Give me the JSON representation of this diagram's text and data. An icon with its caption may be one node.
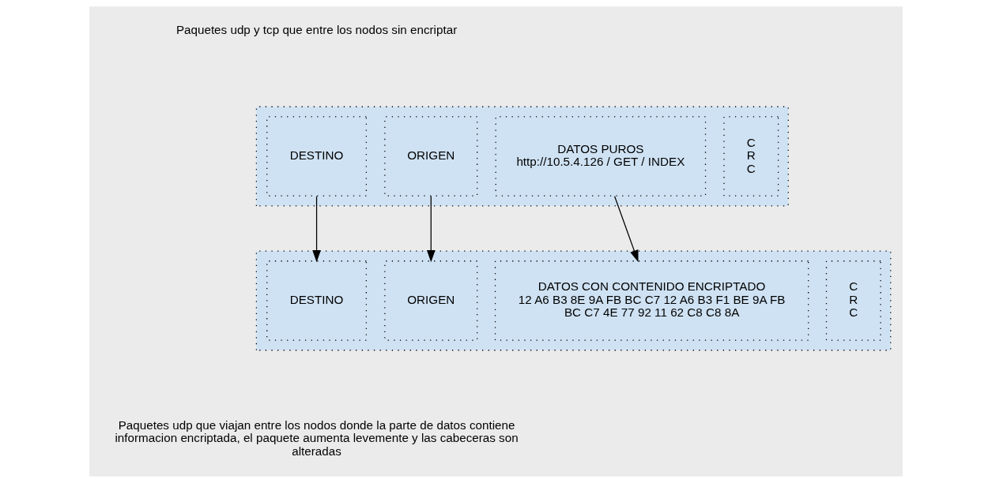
{
  "diagram": {
    "nodes": [
      {
        "text": [],
        "shape": "box"
      },
      {
        "text": [
          "DESTINO"
        ],
        "in": 0
      },
      {
        "text": [
          "ORIGEN"
        ],
        "in": 0
      },
      {
        "text": [
          "DATOS PUROS",
          "http://10.5.4.126 / GET / INDEX"
        ],
        "in": 0
      },
      {
        "text": [
          "C R C"
        ],
        "in": 0
      },
      {
        "text": [],
        "shape": "box"
      },
      {
        "text": [
          "DESTINO"
        ],
        "in": 5
      },
      {
        "text": [
          "ORIGEN"
        ],
        "in": 5
      },
      {
        "text": [
          "DATOS CON CONTENIDO ENCRIPTADO",
          "12 A6 B3 8E 9A FB BC C7 12 A6 B3 F1 BE 9A FB BC C7 4E 77 92 11 62 C8 C8 8A"
        ],
        "in": 5
      },
      {
        "text": [
          "C R C"
        ],
        "in": 5
      }
    ],
    "edges": [
      {
        "from": 1,
        "to": 6,
        "arrow": "to"
      },
      {
        "from": 2,
        "to": 7,
        "arrow": "to"
      },
      {
        "from": 3,
        "to": 8,
        "arrow": "to"
      }
    ],
    "labels": [
      "Paquetes udp y tcp que entre los nodos sin encriptar",
      "Paquetes udp que viajan entre los nodos donde la parte de datos contiene informacion encriptada, el paquete aumenta levemente y las cabeceras son alteradas"
    ]
  }
}
